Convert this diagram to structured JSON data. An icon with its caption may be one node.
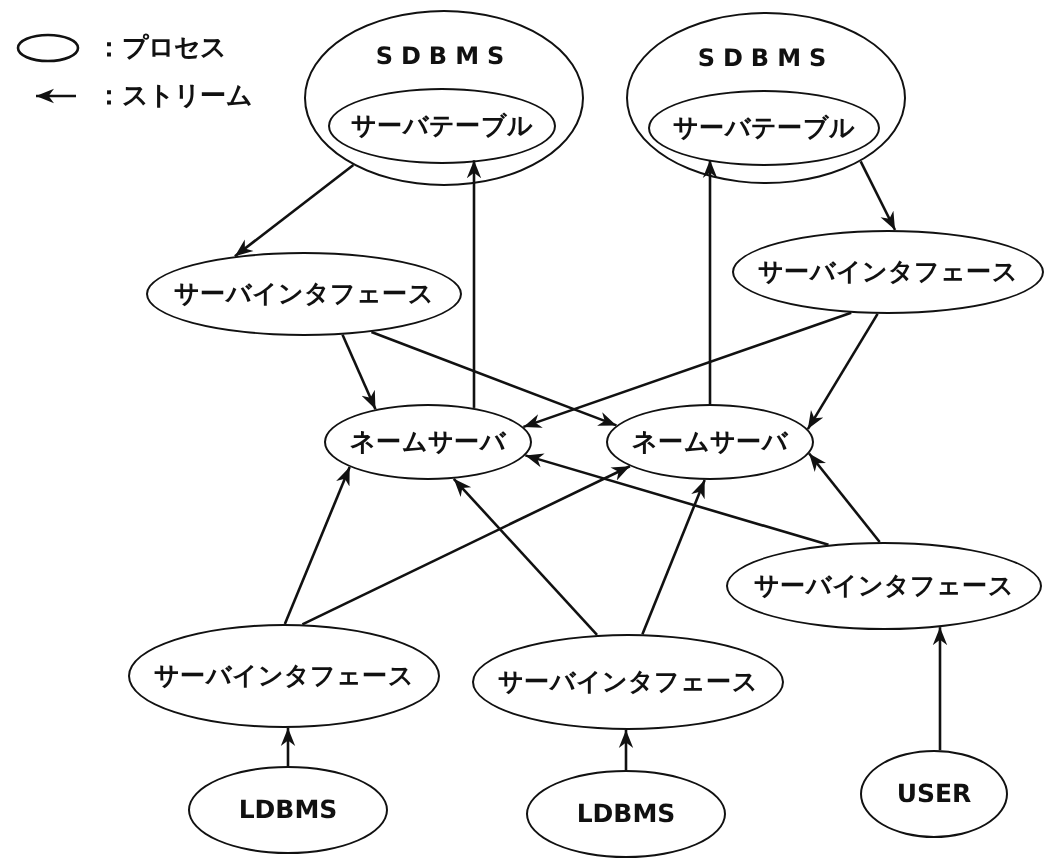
{
  "diagram": {
    "nodes": [
      {
        "text": [
          "SDBMS"
        ]
      },
      {
        "text": [
          "サーバテーブル"
        ],
        "in": 0
      },
      {
        "text": [
          "SDBMS"
        ]
      },
      {
        "text": [
          "サーバテーブル"
        ],
        "in": 2
      },
      {
        "text": [
          "サーバインタフェース"
        ]
      },
      {
        "text": [
          "サーバインタフェース"
        ]
      },
      {
        "text": [
          "ネームサーバ"
        ]
      },
      {
        "text": [
          "ネームサーバ"
        ]
      },
      {
        "text": [
          "サーバインタフェース"
        ]
      },
      {
        "text": [
          "サーバインタフェース"
        ]
      },
      {
        "text": [
          "サーバインタフェース"
        ]
      },
      {
        "text": [
          "LDBMS"
        ]
      },
      {
        "text": [
          "LDBMS"
        ]
      },
      {
        "text": [
          "USER"
        ]
      }
    ],
    "edges": [
      {
        "from": 0,
        "to": 4,
        "arrow": "to"
      },
      {
        "from": 6,
        "to": 1,
        "arrow": "to"
      },
      {
        "from": 7,
        "to": 3,
        "arrow": "to"
      },
      {
        "from": 2,
        "to": 5,
        "arrow": "to"
      },
      {
        "from": 4,
        "to": 6,
        "arrow": "to"
      },
      {
        "from": 4,
        "to": 7,
        "arrow": "to"
      },
      {
        "from": 5,
        "to": 6,
        "arrow": "to"
      },
      {
        "from": 5,
        "to": 7,
        "arrow": "to"
      },
      {
        "from": 8,
        "to": 6,
        "arrow": "to"
      },
      {
        "from": 8,
        "to": 7,
        "arrow": "to"
      },
      {
        "from": 9,
        "to": 6,
        "arrow": "to"
      },
      {
        "from": 9,
        "to": 7,
        "arrow": "to"
      },
      {
        "from": 10,
        "to": 6,
        "arrow": "to"
      },
      {
        "from": 10,
        "to": 7,
        "arrow": "to"
      },
      {
        "from": 11,
        "to": 9,
        "arrow": "to"
      },
      {
        "from": 12,
        "to": 10,
        "arrow": "to"
      },
      {
        "from": 13,
        "to": 8,
        "arrow": "to"
      }
    ],
    "legend": [
      {
        "text": "：プロセス"
      },
      {
        "text": "：ストリーム"
      }
    ]
  }
}
